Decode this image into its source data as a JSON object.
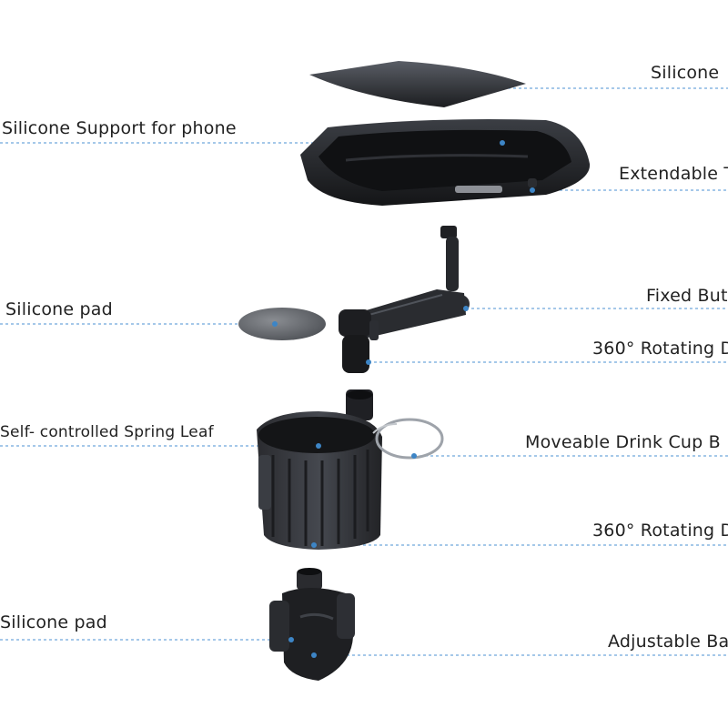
{
  "diagram": {
    "left_labels": [
      "Silicone Support for phone",
      "Silicone pad",
      "Self- controlled Spring Leaf",
      "Silicone pad"
    ],
    "right_labels": [
      "Silicone",
      "Extendable T",
      "Fixed But",
      "360° Rotating D",
      "Moveable Drink Cup B",
      "360° Rotating D",
      "Adjustable Ba"
    ],
    "colors": {
      "leader_line": "#6fa8dc",
      "leader_dot": "#3d85c6",
      "part_dark": "#1e1f22",
      "part_mid": "#2e3035",
      "part_light": "#4a4d54"
    }
  }
}
